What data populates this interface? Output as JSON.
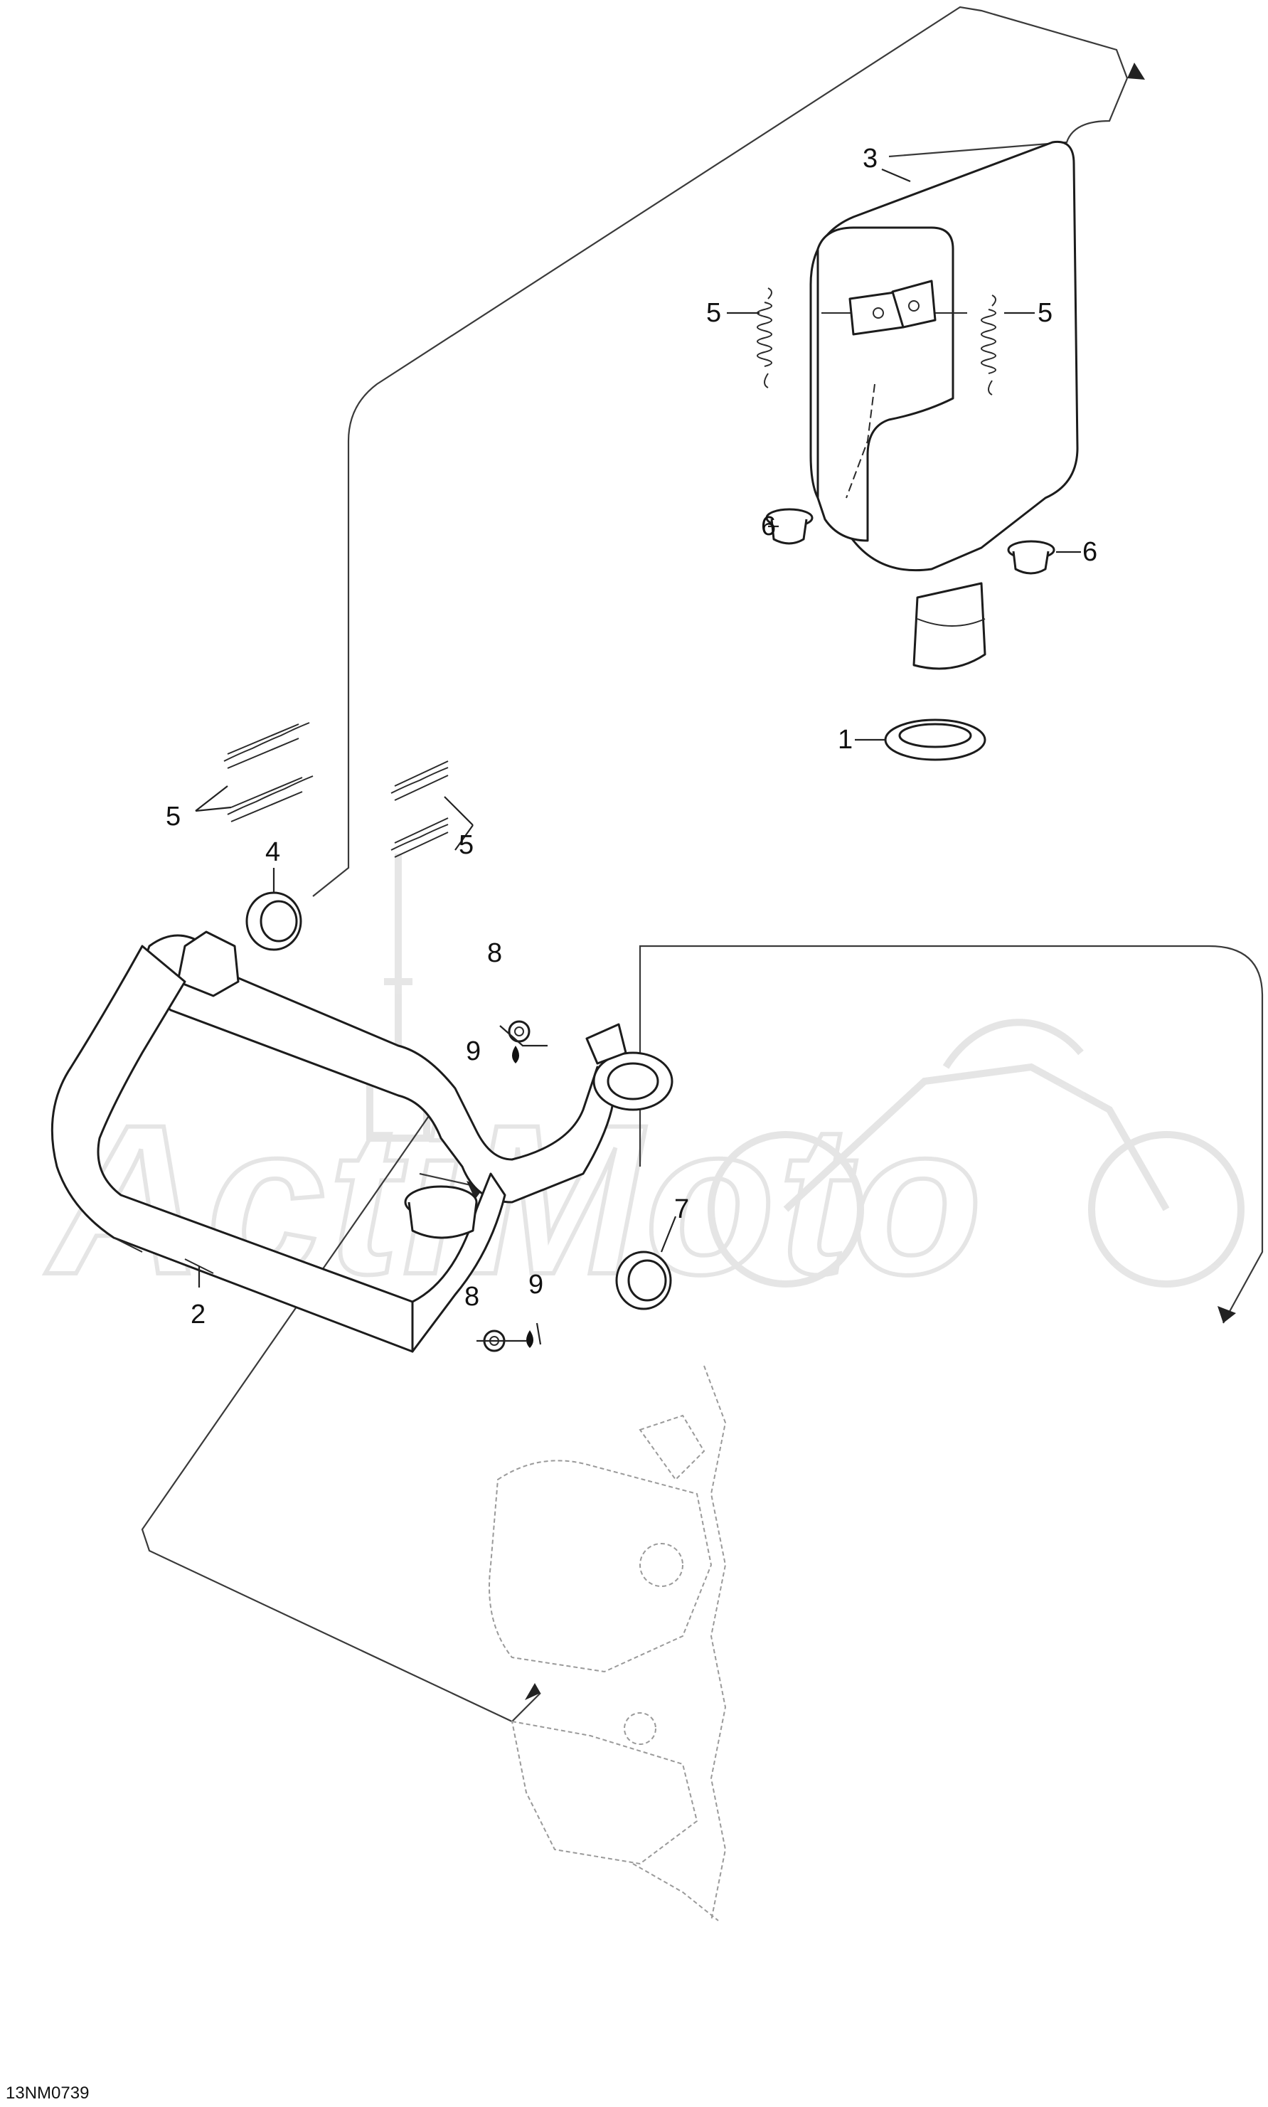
{
  "diagram_code": "13NM0739",
  "watermark": "ActiMoto",
  "callouts": {
    "c1": "1",
    "c2": "2",
    "c3": "3",
    "c4": "4",
    "c5a": "5",
    "c5b": "5",
    "c5c": "5",
    "c5d": "5",
    "c6a": "6",
    "c6b": "6",
    "c7": "7",
    "c8a": "8",
    "c8b": "8",
    "c9a": "9",
    "c9b": "9"
  }
}
